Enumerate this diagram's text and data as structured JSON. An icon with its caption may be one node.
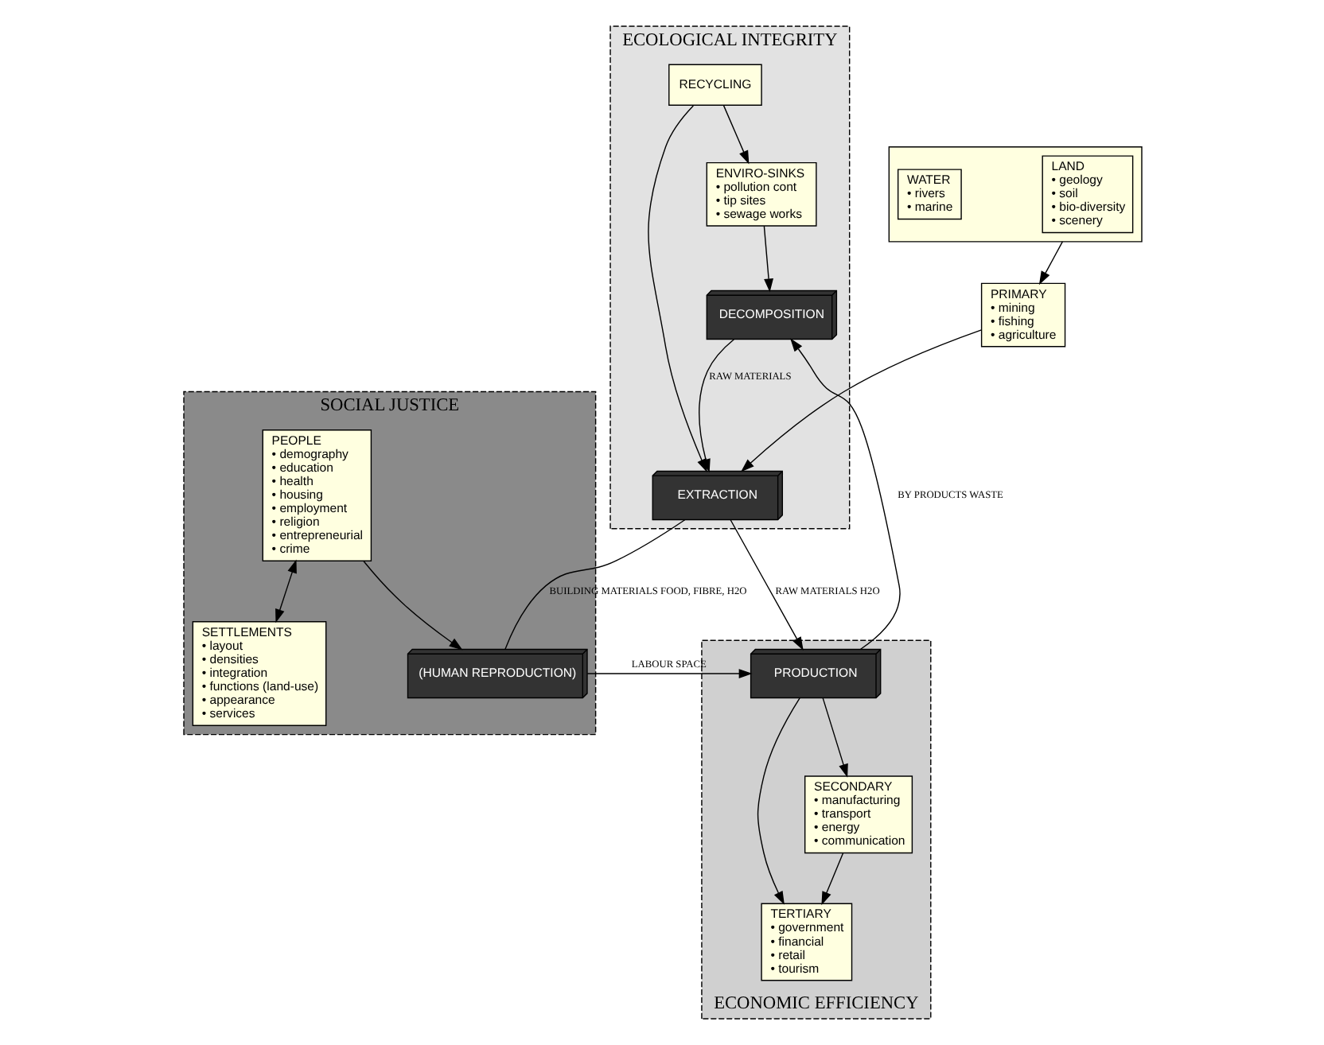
{
  "diagram": {
    "nodes": [
      {
        "text": [
          "ECOLOGICAL INTEGRITY"
        ]
      },
      {
        "text": [
          "RECYCLING"
        ],
        "in": 0
      },
      {
        "text": [
          "ENVIRO-SINKS",
          "• pollution cont",
          "• tip sites",
          "• sewage works"
        ],
        "in": 0
      },
      {
        "text": [
          "DECOMPOSITION"
        ],
        "in": 0
      },
      {
        "text": [
          "EXTRACTION"
        ],
        "in": 0
      },
      {
        "text": [
          "SOCIAL JUSTICE"
        ]
      },
      {
        "text": [
          "(HUMAN REPRODUCTION)"
        ],
        "in": 5
      },
      {
        "text": [
          "PEOPLE",
          "• demography",
          "• education",
          "• health",
          "• housing",
          "• employment",
          "• religion",
          "• entrepreneurial",
          "• crime"
        ],
        "in": 5
      },
      {
        "text": [
          "SETTLEMENTS",
          "• layout",
          "• densities",
          "• integration",
          "• functions (land-use)",
          "• appearance",
          "• services"
        ],
        "in": 5
      },
      {
        "text": [
          "ECONOMIC EFFICIENCY"
        ]
      },
      {
        "text": [
          "PRODUCTION"
        ],
        "in": 9
      },
      {
        "text": [
          "TERTIARY",
          "• government",
          "• financial",
          "• retail",
          "• tourism"
        ],
        "in": 9
      },
      {
        "text": [
          "SECONDARY",
          "• manufacturing",
          "• transport",
          "• energy",
          "• communication"
        ],
        "in": 9
      },
      {
        "text": [],
        "shape": "box"
      },
      {
        "text": [
          "LAND",
          "• geology",
          "• soil",
          "• bio-diversity",
          "• scenery"
        ],
        "in": 13
      },
      {
        "text": [
          "WATER",
          "• rivers",
          "• marine"
        ],
        "in": 13
      },
      {
        "text": [
          "PRIMARY",
          "• mining",
          "• fishing",
          "• agriculture"
        ]
      }
    ],
    "edges": [
      {
        "from": 13,
        "to": 16,
        "arrow": "to"
      },
      {
        "from": 16,
        "to": 4,
        "arrow": "to"
      },
      {
        "from": 1,
        "to": 4,
        "arrow": "to"
      },
      {
        "from": 1,
        "to": 2,
        "arrow": "to"
      },
      {
        "from": 2,
        "to": 3,
        "arrow": "to"
      },
      {
        "from": 3,
        "to": 4,
        "label": "RAW MATERIALS",
        "arrow": "to"
      },
      {
        "from": 4,
        "to": 6,
        "label": "BUILDING MATERIALS FOOD, FIBRE, H2O",
        "arrow": "none"
      },
      {
        "from": 4,
        "to": 10,
        "label": "RAW MATERIALS H2O",
        "arrow": "to"
      },
      {
        "from": 10,
        "to": 3,
        "label": "BY PRODUCTS WASTE",
        "arrow": "to"
      },
      {
        "from": 6,
        "to": 10,
        "label": "LABOUR SPACE",
        "arrow": "to"
      },
      {
        "from": 7,
        "to": 6,
        "arrow": "to"
      },
      {
        "from": 7,
        "to": 8,
        "arrow": "both"
      },
      {
        "from": 10,
        "to": 11,
        "arrow": "to"
      },
      {
        "from": 10,
        "to": 12,
        "arrow": "to"
      },
      {
        "from": 12,
        "to": 11,
        "arrow": "to"
      }
    ]
  }
}
